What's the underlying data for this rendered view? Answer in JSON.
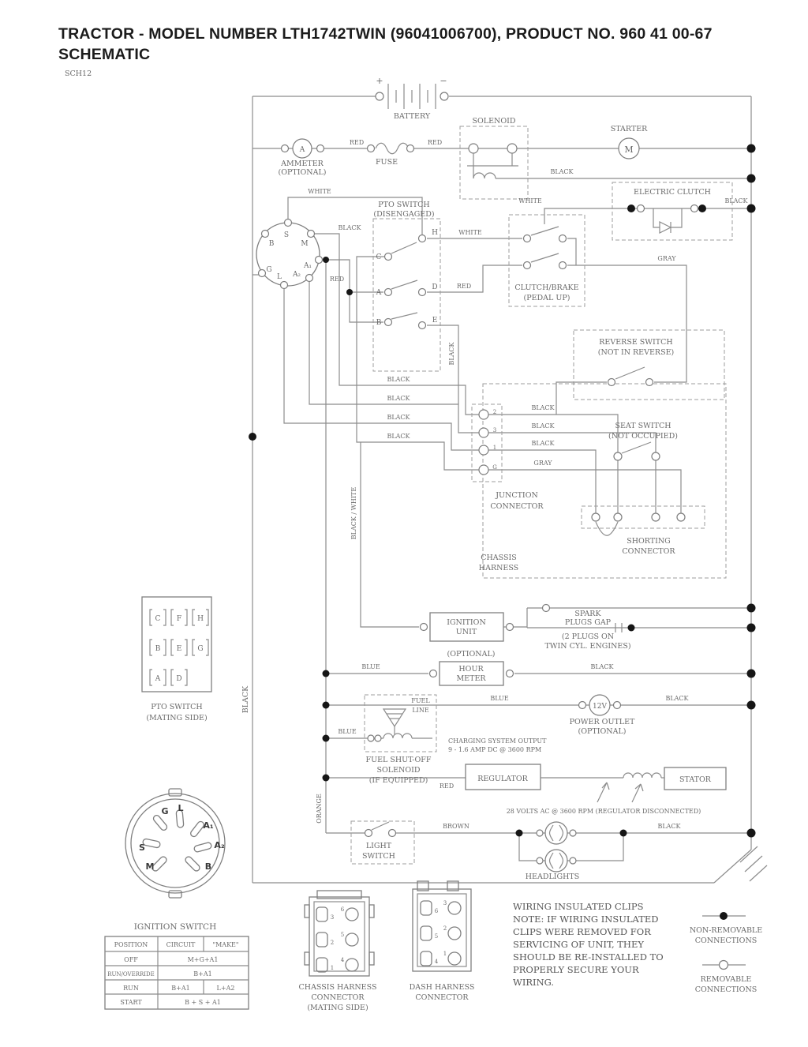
{
  "title": {
    "line1": "TRACTOR - MODEL NUMBER  LTH1742TWIN  (96041006700), PRODUCT NO. 960 41 00-67",
    "line2": "SCHEMATIC",
    "sch": "SCH12"
  },
  "colors": {
    "red": "RED",
    "black": "BLACK",
    "white": "WHITE",
    "gray": "GRAY",
    "blue": "BLUE",
    "brown": "BROWN",
    "orange": "ORANGE",
    "black_white": "BLACK / WHITE"
  },
  "battery": {
    "label": "BATTERY",
    "plus": "+",
    "minus": "−"
  },
  "solenoid": {
    "label": "SOLENOID"
  },
  "starter": {
    "label": "STARTER",
    "m": "M"
  },
  "ammeter": {
    "label": "AMMETER",
    "optional": "(OPTIONAL)",
    "a": "A"
  },
  "fuse": {
    "label": "FUSE"
  },
  "electric_clutch": {
    "label": "ELECTRIC CLUTCH"
  },
  "pto": {
    "line1": "PTO SWITCH",
    "line2": "(DISENGAGED)",
    "c": "C",
    "a": "A",
    "b": "B",
    "h": "H",
    "d": "D",
    "e": "E"
  },
  "ignition_top": {
    "s": "S",
    "m": "M",
    "b": "B",
    "g": "G",
    "l": "L",
    "a1": "A₁",
    "a2": "A₂"
  },
  "clutch_brake": {
    "line1": "CLUTCH/BRAKE",
    "line2": "(PEDAL UP)"
  },
  "reverse": {
    "line1": "REVERSE SWITCH",
    "line2": "(NOT IN REVERSE)"
  },
  "seat": {
    "line1": "SEAT SWITCH",
    "line2": "(NOT OCCUPIED)"
  },
  "junction": {
    "line1": "JUNCTION",
    "line2": "CONNECTOR",
    "p2": "2",
    "p3": "3",
    "p1": "1",
    "pg": "G"
  },
  "chassis_harness": {
    "line1": "CHASSIS",
    "line2": "HARNESS"
  },
  "shorting": {
    "line1": "SHORTING",
    "line2": "CONNECTOR"
  },
  "ignition_unit": {
    "line1": "IGNITION",
    "line2": "UNIT"
  },
  "spark": {
    "line1": "SPARK",
    "line2": "PLUGS GAP",
    "line3": "(2 PLUGS ON",
    "line4": "TWIN CYL. ENGINES)"
  },
  "hour_meter": {
    "optional": "(OPTIONAL)",
    "line1": "HOUR",
    "line2": "METER"
  },
  "fuel": {
    "line1": "FUEL",
    "line2": "LINE",
    "s1": "FUEL SHUT-OFF",
    "s2": "SOLENOID",
    "s3": "(IF EQUIPPED)"
  },
  "outlet": {
    "v": "12V",
    "line1": "POWER OUTLET",
    "line2": "(OPTIONAL)"
  },
  "charging": {
    "line1": "CHARGING SYSTEM OUTPUT",
    "line2": "9 - 1.6 AMP DC @ 3600 RPM"
  },
  "regulator": {
    "label": "REGULATOR"
  },
  "stator": {
    "label": "STATOR"
  },
  "volts": {
    "label": "28 VOLTS AC @ 3600 RPM (REGULATOR DISCONNECTED)"
  },
  "light_switch": {
    "line1": "LIGHT",
    "line2": "SWITCH"
  },
  "headlights": {
    "label": "HEADLIGHTS"
  },
  "pto_mating": {
    "line1": "PTO SWITCH",
    "line2": "(MATING SIDE)",
    "r1": [
      "C",
      "F",
      "H"
    ],
    "r2": [
      "B",
      "E",
      "G"
    ],
    "r3": [
      "A",
      "D"
    ]
  },
  "ignition_bottom": {
    "label": "IGNITION SWITCH",
    "g": "G",
    "l": "L",
    "a1": "A₁",
    "a2": "A₂",
    "s": "S",
    "m": "M",
    "b": "B"
  },
  "table": {
    "h1": "POSITION",
    "h2": "CIRCUIT",
    "h3": "\"MAKE\"",
    "rows": [
      [
        "OFF",
        "M+G+A1",
        ""
      ],
      [
        "RUN/OVERRIDE",
        "B+A1",
        ""
      ],
      [
        "RUN",
        "B+A1",
        "L+A2"
      ],
      [
        "START",
        "B + S + A1",
        ""
      ]
    ]
  },
  "chassis_conn": {
    "line1": "CHASSIS HARNESS",
    "line2": "CONNECTOR",
    "line3": "(MATING SIDE)",
    "left": [
      "3",
      "2",
      "1"
    ],
    "right": [
      "6",
      "5",
      "4"
    ]
  },
  "dash_conn": {
    "line1": "DASH HARNESS",
    "line2": "CONNECTOR",
    "left": [
      "6",
      "5",
      "4"
    ],
    "right": [
      "3",
      "2",
      "1"
    ]
  },
  "note": {
    "l1": "WIRING INSULATED CLIPS",
    "l2": "NOTE:  IF WIRING INSULATED",
    "l3": "CLIPS WERE REMOVED FOR",
    "l4": "SERVICING OF UNIT, THEY",
    "l5": "SHOULD BE RE-INSTALLED TO",
    "l6": "PROPERLY SECURE YOUR",
    "l7": "WIRING."
  },
  "legend": {
    "n1": "NON-REMOVABLE",
    "n2": "CONNECTIONS",
    "r1": "REMOVABLE",
    "r2": "CONNECTIONS"
  }
}
